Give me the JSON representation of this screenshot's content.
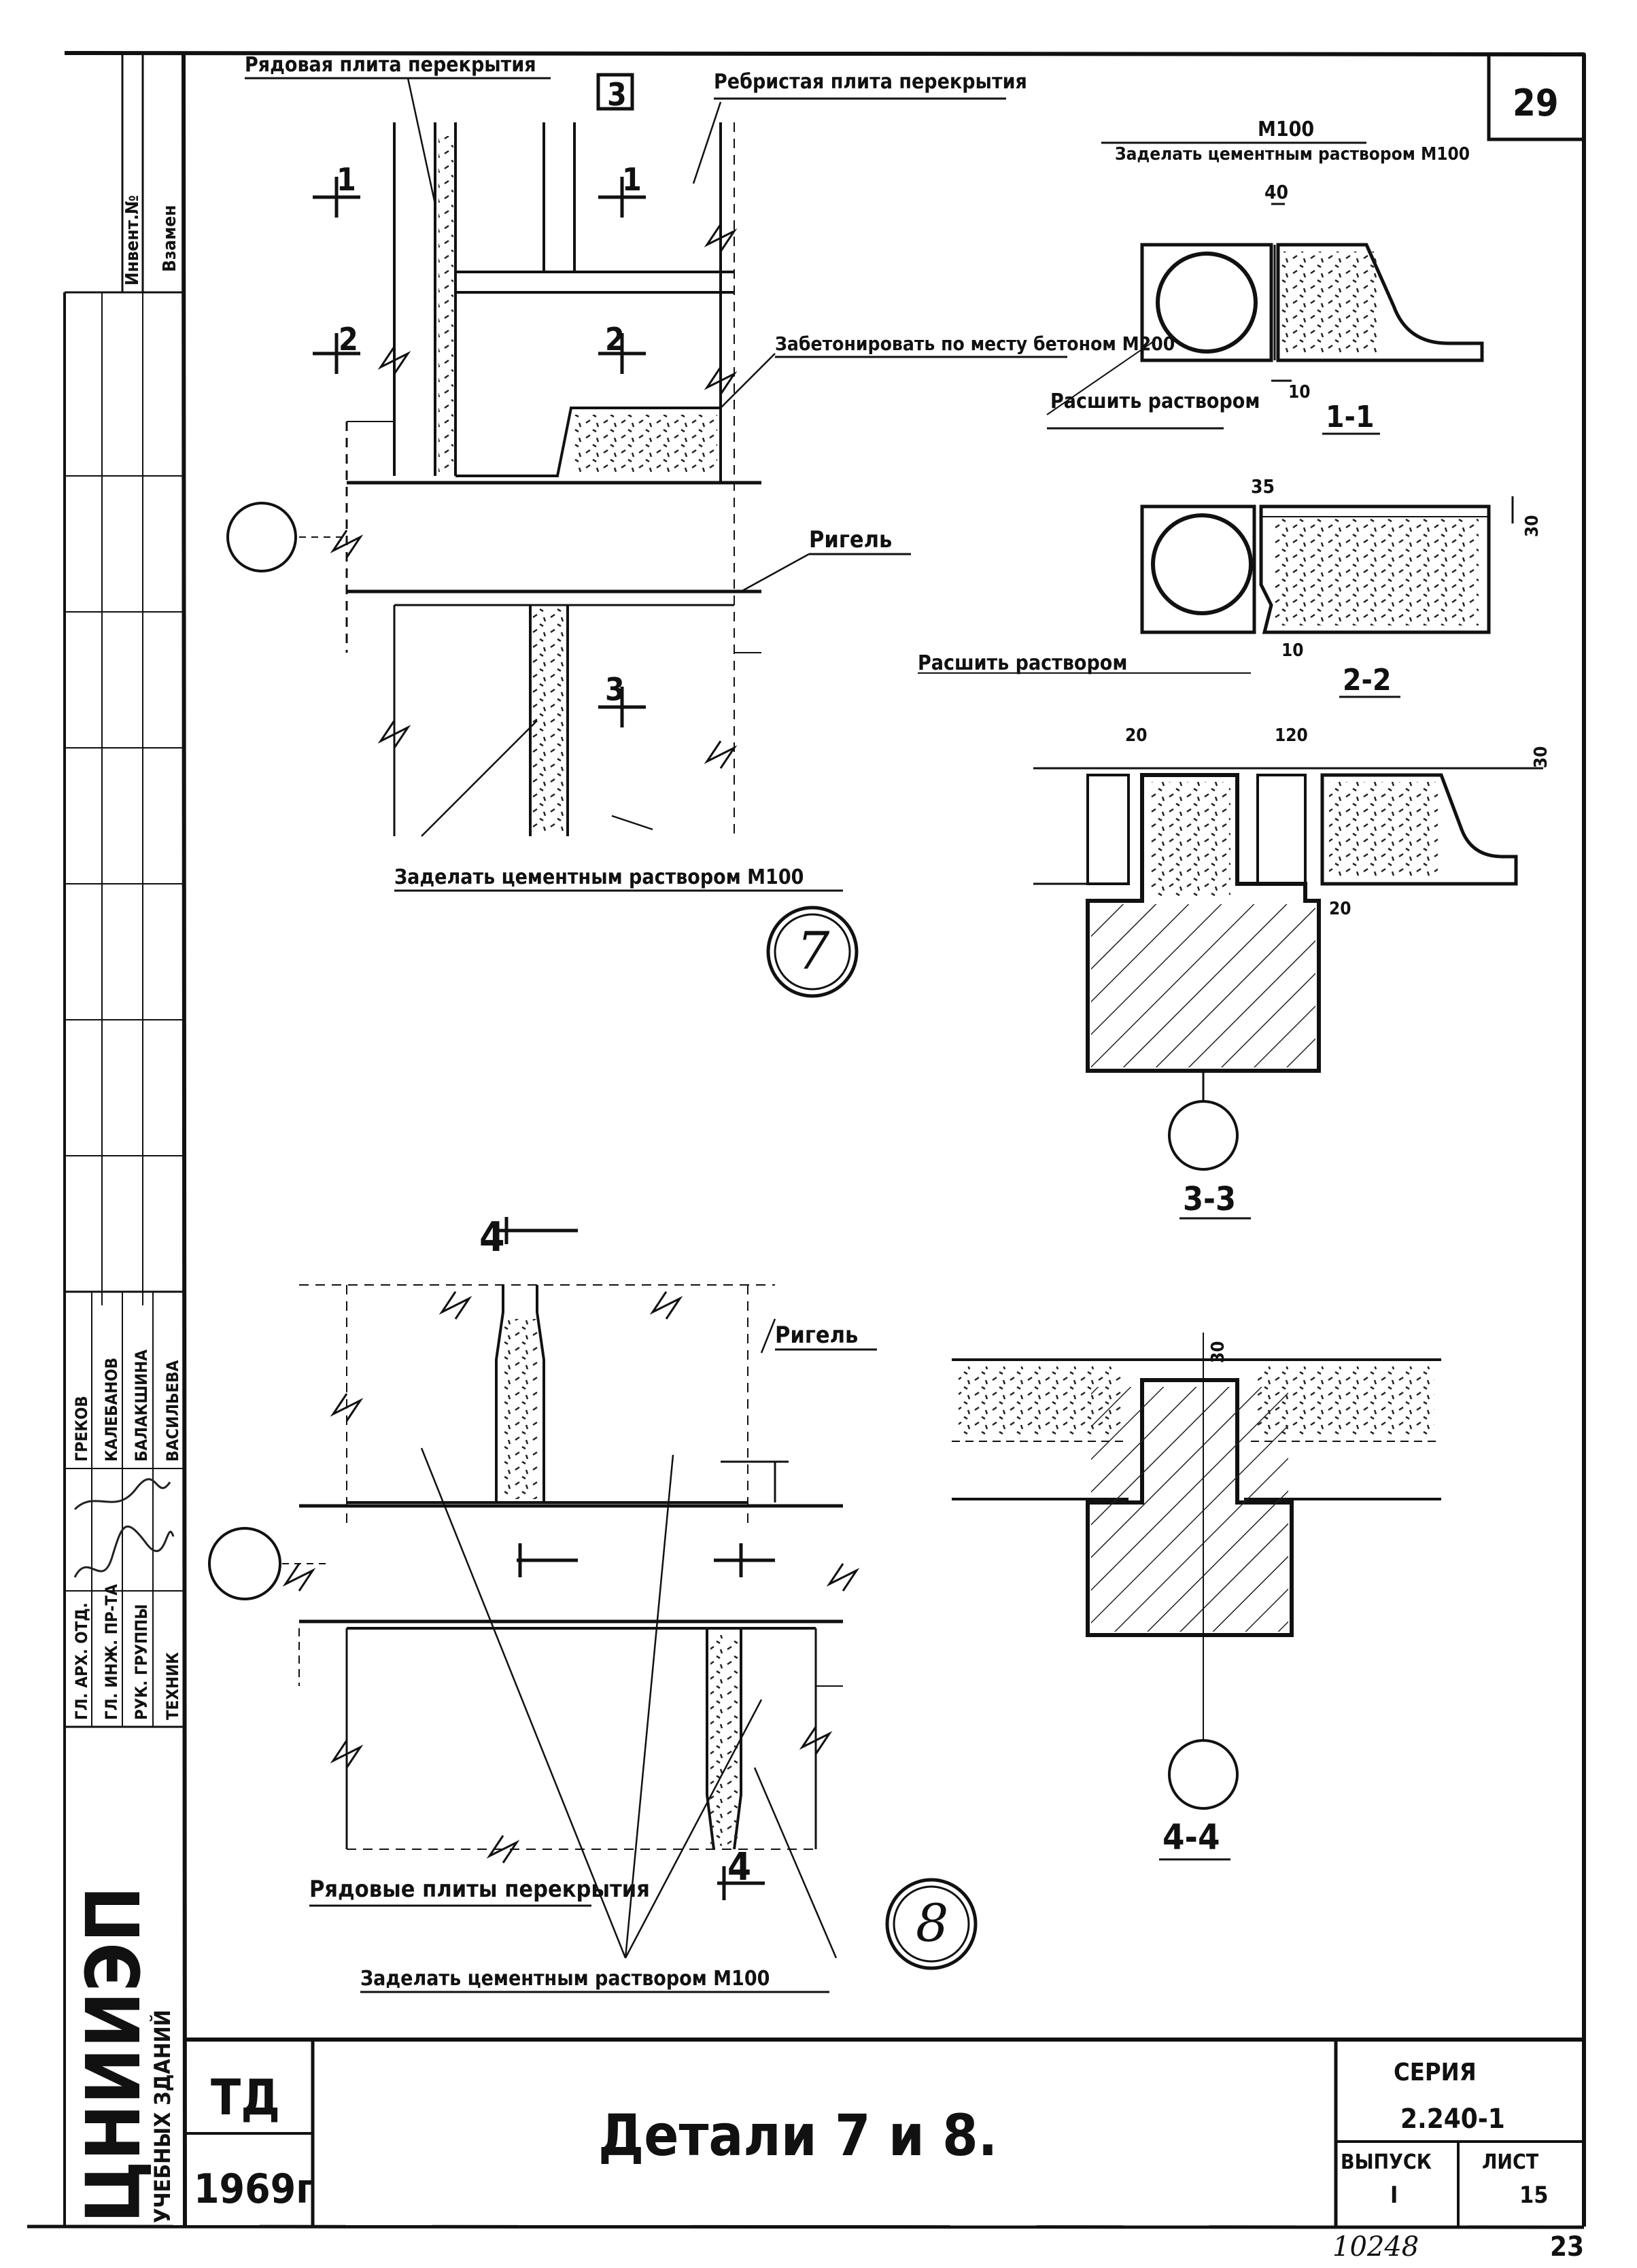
{
  "sheet": {
    "page_number": "29",
    "title": "Детали 7 и 8.",
    "td": "ТД",
    "year": "1969г",
    "series_label": "СЕРИЯ",
    "series_value": "2.240-1",
    "issue_label": "ВЫПУСК",
    "issue_value": "I",
    "sheet_label": "ЛИСТ",
    "sheet_value": "15",
    "archive_number": "10248",
    "corner_number": "23"
  },
  "org": {
    "line1": "ЦНИИЭП",
    "line2": "УЧЕБНЫХ ЗДАНИЙ"
  },
  "stamp": {
    "inv_label": "Инвент.№",
    "replace_label": "Взамен",
    "roles": [
      "ГЛ. АРХ. ОТД.",
      "ГЛ. ИНЖ. ПР-ТА",
      "РУК. ГРУППЫ",
      "ТЕХНИК"
    ],
    "names": [
      "ГРЕКОВ",
      "КАЛЕБАНОВ",
      "БАЛАКШИНА",
      "ВАСИЛЬЕВА"
    ]
  },
  "detail7": {
    "number": "7",
    "label_row_slab": "Рядовая плита перекрытия",
    "label_ribbed_slab": "Ребристая плита перекрытия",
    "label_concrete": "Забетонировать по месту бетоном М200",
    "label_girder": "Ригель",
    "label_seal": "Заделать цементным раствором М100",
    "cut_1": "1",
    "cut_2": "2",
    "cut_3": "3"
  },
  "section11": {
    "name": "1-1",
    "note_m100": "М100",
    "note_seal": "Заделать цементным раствором М100",
    "note_joint": "Расшить раствором",
    "dim_40": "40",
    "dim_10": "10"
  },
  "section22": {
    "name": "2-2",
    "note_joint": "Расшить раствором",
    "dim_35": "35",
    "dim_10": "10",
    "dim_30": "30"
  },
  "section33": {
    "name": "3-3",
    "dim_20a": "20",
    "dim_120": "120",
    "dim_20b": "20",
    "dim_30": "30"
  },
  "detail8": {
    "number": "8",
    "label_girder": "Ригель",
    "label_row_slabs": "Рядовые плиты перекрытия",
    "label_seal": "Заделать цементным раствором М100",
    "cut_4": "4"
  },
  "section44": {
    "name": "4-4",
    "dim_30": "30"
  }
}
